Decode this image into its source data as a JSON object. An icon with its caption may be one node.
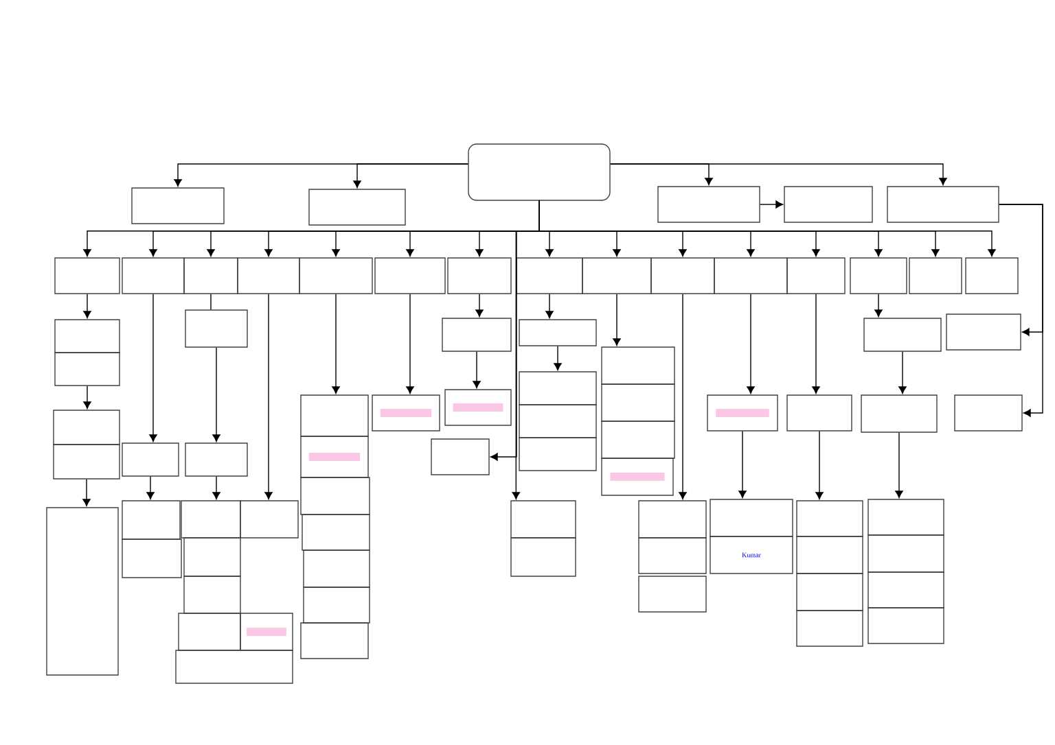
{
  "diagram": {
    "nodes": [
      {
        "text": [],
        "shape": "box"
      },
      {
        "text": [],
        "shape": "box"
      },
      {
        "text": [],
        "shape": "box"
      },
      {
        "text": [],
        "shape": "box"
      },
      {
        "text": [],
        "shape": "box"
      },
      {
        "text": [],
        "shape": "box"
      },
      {
        "text": [],
        "shape": "box"
      },
      {
        "text": [],
        "shape": "box"
      },
      {
        "text": [],
        "shape": "box"
      },
      {
        "text": [],
        "shape": "box"
      },
      {
        "text": [],
        "shape": "box"
      },
      {
        "text": [],
        "shape": "box"
      },
      {
        "text": [],
        "shape": "box"
      },
      {
        "text": [],
        "shape": "box"
      },
      {
        "text": [],
        "shape": "box"
      },
      {
        "text": [],
        "shape": "box"
      },
      {
        "text": [],
        "shape": "box"
      },
      {
        "text": [],
        "shape": "box"
      },
      {
        "text": [],
        "shape": "box"
      },
      {
        "text": [],
        "shape": "box"
      },
      {
        "text": [],
        "shape": "box"
      },
      {
        "text": [],
        "shape": "box"
      },
      {
        "text": [],
        "shape": "box"
      },
      {
        "text": [],
        "shape": "box"
      },
      {
        "text": [],
        "shape": "box"
      },
      {
        "text": [],
        "shape": "box"
      },
      {
        "text": [],
        "shape": "box"
      },
      {
        "text": [],
        "shape": "box"
      },
      {
        "text": [],
        "shape": "box"
      },
      {
        "text": [],
        "shape": "box"
      },
      {
        "text": [],
        "shape": "box"
      },
      {
        "text": [],
        "shape": "box"
      },
      {
        "text": [],
        "shape": "box"
      },
      {
        "text": [],
        "shape": "box"
      },
      {
        "text": [],
        "shape": "box"
      },
      {
        "text": [],
        "shape": "box"
      },
      {
        "text": [],
        "shape": "box"
      },
      {
        "text": [],
        "shape": "box"
      },
      {
        "text": [],
        "shape": "box"
      },
      {
        "text": [],
        "shape": "box"
      },
      {
        "text": [],
        "shape": "box"
      },
      {
        "text": [],
        "shape": "box"
      },
      {
        "text": [],
        "shape": "box"
      },
      {
        "text": [],
        "shape": "box"
      },
      {
        "text": [],
        "shape": "box"
      },
      {
        "text": [],
        "shape": "box"
      },
      {
        "text": [],
        "shape": "box"
      },
      {
        "text": [],
        "shape": "box"
      },
      {
        "text": [],
        "shape": "box"
      },
      {
        "text": [],
        "shape": "box"
      },
      {
        "text": [],
        "shape": "box"
      },
      {
        "text": [],
        "shape": "box"
      },
      {
        "text": [],
        "shape": "box"
      },
      {
        "text": [],
        "shape": "box"
      },
      {
        "text": [],
        "shape": "box"
      },
      {
        "text": [],
        "shape": "box"
      },
      {
        "text": [],
        "shape": "box"
      },
      {
        "text": [],
        "shape": "box"
      },
      {
        "text": [],
        "shape": "box"
      },
      {
        "text": [],
        "shape": "box"
      },
      {
        "text": [],
        "shape": "box"
      },
      {
        "text": [],
        "shape": "box"
      },
      {
        "text": [],
        "shape": "box"
      },
      {
        "text": [
          "Kumar"
        ]
      },
      {
        "text": [],
        "shape": "box"
      },
      {
        "text": [],
        "shape": "box"
      },
      {
        "text": [],
        "shape": "box"
      },
      {
        "text": [],
        "shape": "box"
      },
      {
        "text": [],
        "shape": "box"
      },
      {
        "text": [],
        "shape": "box"
      },
      {
        "text": [],
        "shape": "box"
      },
      {
        "text": [],
        "shape": "box"
      },
      {
        "text": [],
        "shape": "box"
      },
      {
        "text": [],
        "shape": "box"
      },
      {
        "text": [],
        "shape": "box"
      },
      {
        "text": [],
        "shape": "box"
      },
      {
        "text": [],
        "shape": "box"
      },
      {
        "text": [],
        "shape": "box"
      }
    ],
    "edges": [
      {
        "from": 0,
        "to": 1,
        "arrow": "to"
      },
      {
        "from": 0,
        "to": 2,
        "arrow": "to"
      },
      {
        "from": 0,
        "to": 3,
        "arrow": "to"
      },
      {
        "from": 0,
        "to": 5,
        "arrow": "to"
      },
      {
        "from": 3,
        "to": 4,
        "arrow": "to"
      },
      {
        "from": 5,
        "to": 71,
        "arrow": "to"
      },
      {
        "from": 5,
        "to": 77,
        "arrow": "to"
      },
      {
        "from": 0,
        "to": 6,
        "arrow": "to"
      },
      {
        "from": 0,
        "to": 7,
        "arrow": "to"
      },
      {
        "from": 0,
        "to": 8,
        "arrow": "to"
      },
      {
        "from": 0,
        "to": 9,
        "arrow": "to"
      },
      {
        "from": 0,
        "to": 10,
        "arrow": "to"
      },
      {
        "from": 0,
        "to": 11,
        "arrow": "to"
      },
      {
        "from": 0,
        "to": 12,
        "arrow": "to"
      },
      {
        "from": 0,
        "to": 13,
        "arrow": "to"
      },
      {
        "from": 0,
        "to": 14,
        "arrow": "to"
      },
      {
        "from": 0,
        "to": 15,
        "arrow": "to"
      },
      {
        "from": 0,
        "to": 16,
        "arrow": "to"
      },
      {
        "from": 0,
        "to": 17,
        "arrow": "to"
      },
      {
        "from": 0,
        "to": 18,
        "arrow": "to"
      },
      {
        "from": 0,
        "to": 19,
        "arrow": "to"
      },
      {
        "from": 0,
        "to": 20,
        "arrow": "to"
      },
      {
        "from": 0,
        "to": 57,
        "arrow": "to"
      },
      {
        "from": 0,
        "to": 48,
        "arrow": "to"
      },
      {
        "from": 6,
        "to": 21,
        "arrow": "to"
      },
      {
        "from": 22,
        "to": 23,
        "arrow": "to"
      },
      {
        "from": 24,
        "to": 25,
        "arrow": "to"
      },
      {
        "from": 7,
        "to": 27,
        "arrow": "to"
      },
      {
        "from": 27,
        "to": 29,
        "arrow": "to"
      },
      {
        "from": 8,
        "to": 26,
        "arrow": "none"
      },
      {
        "from": 26,
        "to": 28,
        "arrow": "to"
      },
      {
        "from": 28,
        "to": 31,
        "arrow": "to"
      },
      {
        "from": 9,
        "to": 32,
        "arrow": "to"
      },
      {
        "from": 10,
        "to": 38,
        "arrow": "to"
      },
      {
        "from": 11,
        "to": 45,
        "arrow": "to"
      },
      {
        "from": 12,
        "to": 47,
        "arrow": "to"
      },
      {
        "from": 47,
        "to": 46,
        "arrow": "to"
      },
      {
        "from": 13,
        "to": 49,
        "arrow": "to"
      },
      {
        "from": 49,
        "to": 50,
        "arrow": "to"
      },
      {
        "from": 14,
        "to": 53,
        "arrow": "to"
      },
      {
        "from": 15,
        "to": 59,
        "arrow": "to"
      },
      {
        "from": 16,
        "to": 64,
        "arrow": "to"
      },
      {
        "from": 64,
        "to": 62,
        "arrow": "to"
      },
      {
        "from": 17,
        "to": 65,
        "arrow": "to"
      },
      {
        "from": 65,
        "to": 66,
        "arrow": "to"
      },
      {
        "from": 18,
        "to": 70,
        "arrow": "to"
      },
      {
        "from": 70,
        "to": 72,
        "arrow": "to"
      },
      {
        "from": 72,
        "to": 73,
        "arrow": "to"
      }
    ]
  }
}
